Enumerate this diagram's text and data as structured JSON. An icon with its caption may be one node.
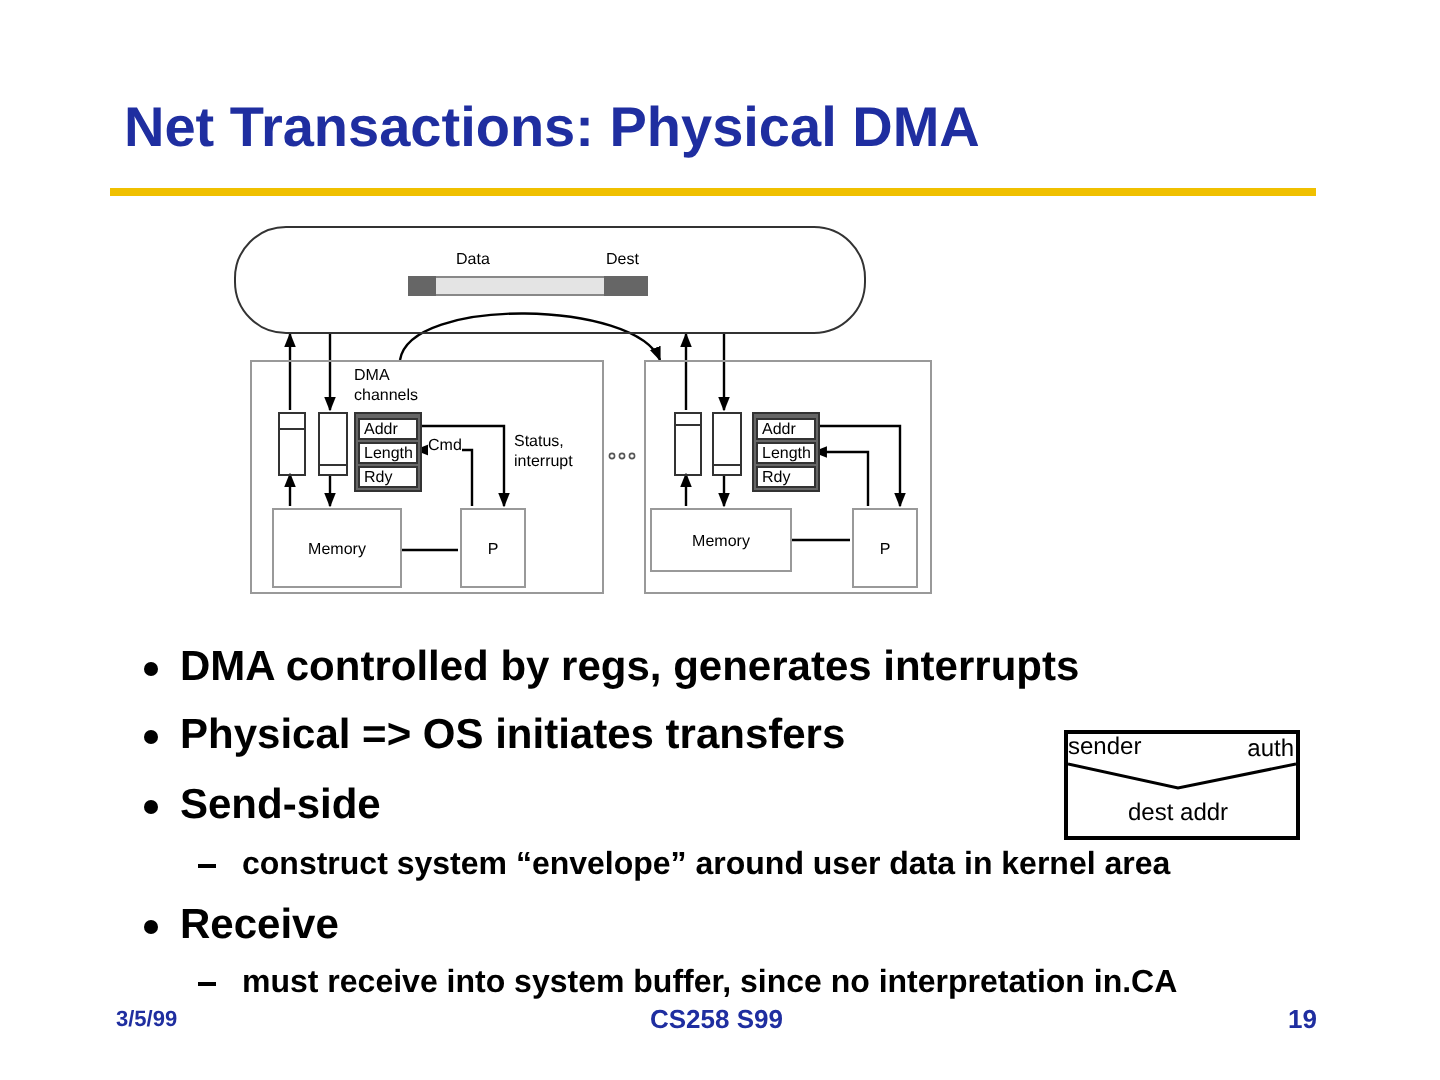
{
  "diagram": {
    "title": "Net Transactions: Physical DMA",
    "nodes": [
      {
        "text": [],
        "shape": "box"
      },
      {
        "text": [
          "Data",
          "Dest"
        ],
        "in": 0
      },
      {
        "text": [],
        "shape": "box"
      },
      {
        "text": [],
        "shape": "box",
        "in": 2
      },
      {
        "text": [],
        "shape": "box",
        "in": 2
      },
      {
        "text": [
          "DMA channels"
        ],
        "in": 2
      },
      {
        "text": [
          "Addr"
        ],
        "in": 5
      },
      {
        "text": [
          "Length"
        ],
        "in": 5
      },
      {
        "text": [
          "Rdy"
        ],
        "in": 5
      },
      {
        "text": [
          "Memory"
        ],
        "in": 2
      },
      {
        "text": [
          "P"
        ],
        "in": 2
      },
      {
        "text": [],
        "shape": "box"
      },
      {
        "text": [],
        "shape": "box",
        "in": 11
      },
      {
        "text": [],
        "shape": "box",
        "in": 11
      },
      {
        "text": [],
        "shape": "box",
        "in": 11
      },
      {
        "text": [
          "Addr"
        ],
        "in": 14
      },
      {
        "text": [
          "Length"
        ],
        "in": 14
      },
      {
        "text": [
          "Rdy"
        ],
        "in": 14
      },
      {
        "text": [
          "Memory"
        ],
        "in": 11
      },
      {
        "text": [
          "P"
        ],
        "in": 11
      },
      {
        "text": [
          "sender",
          "auth",
          "dest addr"
        ]
      }
    ],
    "edges": [
      {
        "from": 3,
        "to": 0,
        "arrow": "to"
      },
      {
        "from": 0,
        "to": 4,
        "arrow": "to"
      },
      {
        "from": 9,
        "to": 3,
        "arrow": "to"
      },
      {
        "from": 4,
        "to": 9,
        "arrow": "to"
      },
      {
        "from": 10,
        "to": 7,
        "arrow": "to",
        "label": "Cmd"
      },
      {
        "from": 6,
        "to": 10,
        "arrow": "to",
        "label": "Status, interrupt"
      },
      {
        "from": 9,
        "to": 10,
        "arrow": "none"
      },
      {
        "from": 2,
        "to": 11,
        "arrow": "to"
      },
      {
        "from": 12,
        "to": 0,
        "arrow": "to"
      },
      {
        "from": 0,
        "to": 13,
        "arrow": "to"
      },
      {
        "from": 18,
        "to": 12,
        "arrow": "to"
      },
      {
        "from": 13,
        "to": 18,
        "arrow": "to"
      },
      {
        "from": 19,
        "to": 16,
        "arrow": "to"
      },
      {
        "from": 15,
        "to": 19,
        "arrow": "to"
      },
      {
        "from": 18,
        "to": 19,
        "arrow": "none"
      }
    ],
    "labels": [
      "DMA controlled by regs, generates interrupts",
      "Physical => OS initiates transfers",
      "Send-side",
      "construct system “envelope” around user data in kernel area",
      "Receive",
      "must receive into system buffer, since no interpretation in.CA",
      "3/5/99",
      "CS258 S99",
      "19"
    ]
  }
}
